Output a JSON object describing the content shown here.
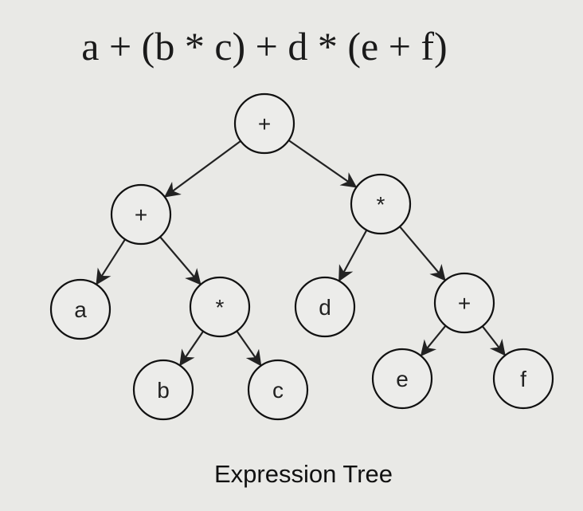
{
  "expression": "a + (b * c) + d * (e + f)",
  "caption": "Expression Tree",
  "colors": {
    "background": "#e9e9e6",
    "stroke": "#111111",
    "node_fill": "#ececea"
  },
  "tree": {
    "nodes": [
      {
        "id": "root",
        "label": "+"
      },
      {
        "id": "left-plus",
        "label": "+"
      },
      {
        "id": "right-mult",
        "label": "*"
      },
      {
        "id": "leaf-a",
        "label": "a"
      },
      {
        "id": "mid-mult",
        "label": "*"
      },
      {
        "id": "leaf-d",
        "label": "d"
      },
      {
        "id": "right-plus",
        "label": "+"
      },
      {
        "id": "leaf-b",
        "label": "b"
      },
      {
        "id": "leaf-c",
        "label": "c"
      },
      {
        "id": "leaf-e",
        "label": "e"
      },
      {
        "id": "leaf-f",
        "label": "f"
      }
    ],
    "edges": [
      {
        "from": "root",
        "to": "left-plus"
      },
      {
        "from": "root",
        "to": "right-mult"
      },
      {
        "from": "left-plus",
        "to": "leaf-a"
      },
      {
        "from": "left-plus",
        "to": "mid-mult"
      },
      {
        "from": "mid-mult",
        "to": "leaf-b"
      },
      {
        "from": "mid-mult",
        "to": "leaf-c"
      },
      {
        "from": "right-mult",
        "to": "leaf-d"
      },
      {
        "from": "right-mult",
        "to": "right-plus"
      },
      {
        "from": "right-plus",
        "to": "leaf-e"
      },
      {
        "from": "right-plus",
        "to": "leaf-f"
      }
    ]
  }
}
